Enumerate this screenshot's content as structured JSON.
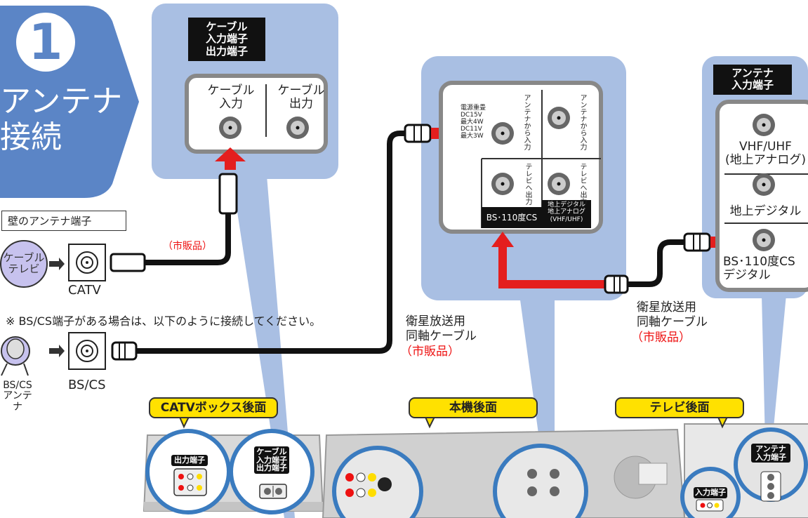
{
  "step": {
    "number": "1",
    "title_line1": "アンテナ",
    "title_line2": "接続"
  },
  "wall": {
    "title": "壁のアンテナ端子",
    "catv_label": "CATV",
    "bscs_label": "BS/CS"
  },
  "sources": {
    "cable_tv": "ケーブル\nテレビ",
    "bscs_antenna": "BS/CS\nアンテナ"
  },
  "note": "※ BS/CS端子がある場合は、以下のように接続してください。",
  "cable_box": {
    "header": "ケーブル\n入力端子\n出力端子",
    "input_label": "ケーブル\n入力",
    "output_label": "ケーブル\n出力"
  },
  "retail_label_1": "（市販品）",
  "recorder": {
    "power_text": "電源重畳\nDC15V\n最大4W\nDC11V\n最大3W",
    "antenna_in_1": "アンテナから入力",
    "antenna_in_2": "アンテナから入力",
    "tv_out_1": "テレビへ出力",
    "tv_out_2": "テレビへ出力",
    "bs_label": "BS･110度CS",
    "terrestrial_label": "地上デジタル\n地上アナログ\n(VHF/UHF)"
  },
  "cable_label_1": {
    "line1": "衛星放送用",
    "line2": "同軸ケーブル",
    "line3": "（市販品）"
  },
  "cable_label_2": {
    "line1": "衛星放送用",
    "line2": "同軸ケーブル",
    "line3": "（市販品）"
  },
  "tv_antenna": {
    "header": "アンテナ\n入力端子",
    "vhf": "VHF/UHF\n(地上アナログ)",
    "digital": "地上デジタル",
    "bs": "BS･110度CS\nデジタル"
  },
  "rear_labels": {
    "catv_box": "CATVボックス後面",
    "recorder": "本機後面",
    "tv": "テレビ後面"
  },
  "zoom_labels": {
    "output": "出力端子",
    "cable_io": "ケーブル\n入力端子\n出力端子",
    "antenna_in": "アンテナ\n入力端子",
    "input": "入力端子"
  },
  "colors": {
    "panel_blue": "#a9bfe3",
    "step_blue": "#5b85c6",
    "arrow_red": "#e41e1e",
    "label_yellow": "#ffe100"
  }
}
